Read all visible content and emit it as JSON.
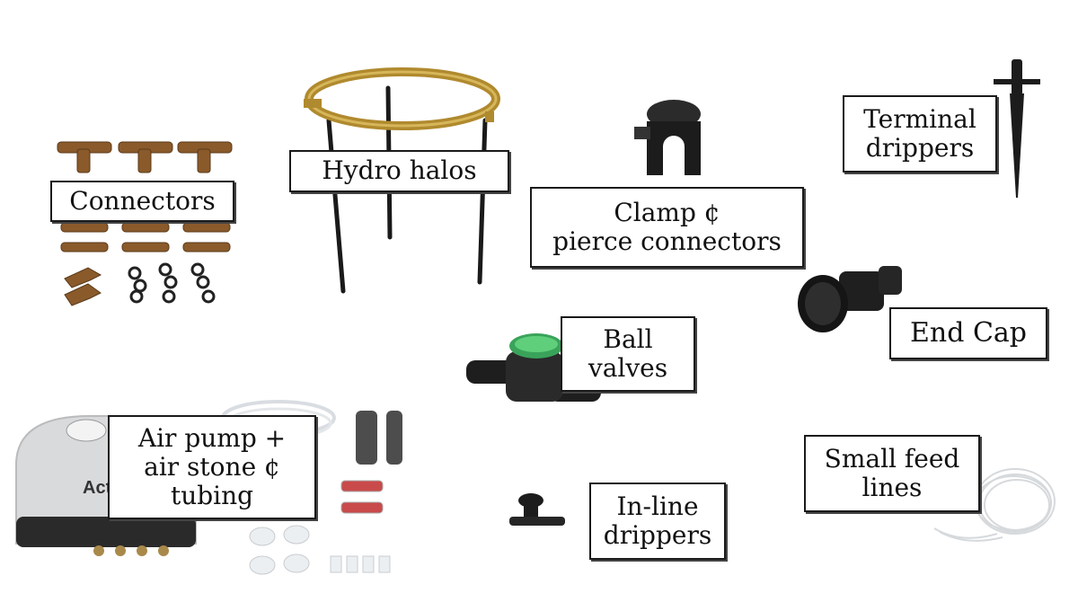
{
  "labels": {
    "connectors": "Connectors",
    "hydro_halos": "Hydro halos",
    "clamp_line1": "Clamp ¢",
    "clamp_line2": "pierce connectors",
    "terminal_line1": "Terminal",
    "terminal_line2": "drippers",
    "end_cap": "End Cap",
    "ball_line1": "Ball",
    "ball_line2": "valves",
    "air_line1": "Air pump +",
    "air_line2": "air stone ¢",
    "air_line3": "tubing",
    "inline_line1": "In-line",
    "inline_line2": "drippers",
    "feed_line1": "Small feed",
    "feed_line2": "lines"
  },
  "pump_brand": "Act"
}
